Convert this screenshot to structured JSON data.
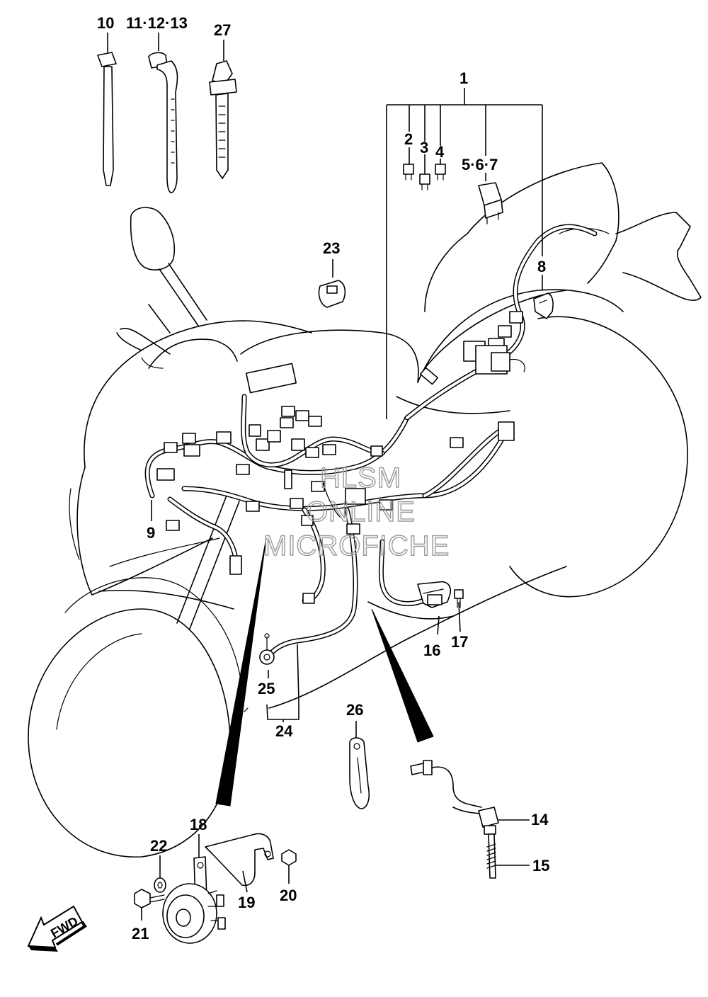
{
  "labels": {
    "p1": "1",
    "p2": "2",
    "p3": "3",
    "p4": "4",
    "p567": "5·6·7",
    "p8": "8",
    "p9": "9",
    "p10": "10",
    "p111213": "11·12·13",
    "p14": "14",
    "p15": "15",
    "p16": "16",
    "p17": "17",
    "p18": "18",
    "p19": "19",
    "p20": "20",
    "p21": "21",
    "p22": "22",
    "p23": "23",
    "p24": "24",
    "p25": "25",
    "p26": "26",
    "p27": "27"
  },
  "watermark": {
    "line1": "HLSM",
    "line2": "ONLINE",
    "line3": "MICROFICHE"
  },
  "fwd_label": "FWD"
}
